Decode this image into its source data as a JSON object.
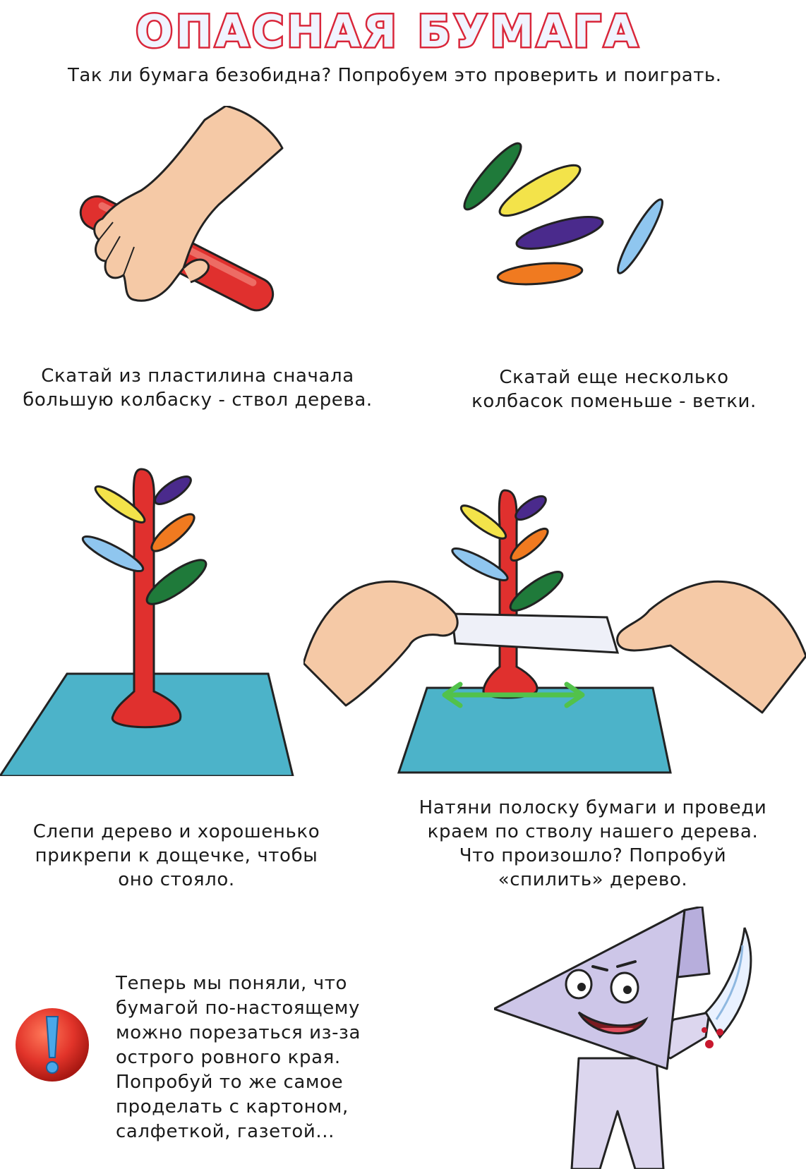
{
  "title": "ОПАСНАЯ БУМАГА",
  "intro": "Так ли бумага безобидна? Попробуем это проверить и поиграть.",
  "steps": [
    {
      "lines": [
        "Скатай из пластилина сначала",
        "большую колбаску - ствол дерева."
      ]
    },
    {
      "lines": [
        "Скатай еще несколько",
        "колбасок поменьше - ветки."
      ]
    },
    {
      "lines": [
        "Слепи дерево и хорошенько",
        "прикрепи к дощечке, чтобы",
        "оно стояло."
      ]
    },
    {
      "lines": [
        "Натяни полоску бумаги и проведи",
        "краем по стволу нашего дерева.",
        "Что произошло? Попробуй",
        "«спилить» дерево."
      ]
    }
  ],
  "conclusion": {
    "lines": [
      "Теперь мы поняли, что",
      "бумагой по-настоящему",
      "можно порезаться из-за",
      "острого ровного края.",
      "Попробуй то же самое",
      "проделать с картоном,",
      "салфеткой, газетой..."
    ]
  },
  "colors": {
    "title_fill": "#f0f4ff",
    "title_stroke": "#d9263a",
    "clay_red": "#e0302e",
    "clay_green": "#1f7a3a",
    "clay_yellow": "#f3e34a",
    "clay_purple": "#4a2a8c",
    "clay_blue": "#8fc6ef",
    "clay_orange": "#f07a20",
    "board": "#4cb3c9",
    "skin": "#f5c9a6",
    "arrow_green": "#52c24a",
    "alert_red": "#e2342a",
    "alert_blue": "#4aa8ea"
  },
  "icons": {
    "alert": "exclamation-icon",
    "mascot": "paper-cone-mascot"
  }
}
